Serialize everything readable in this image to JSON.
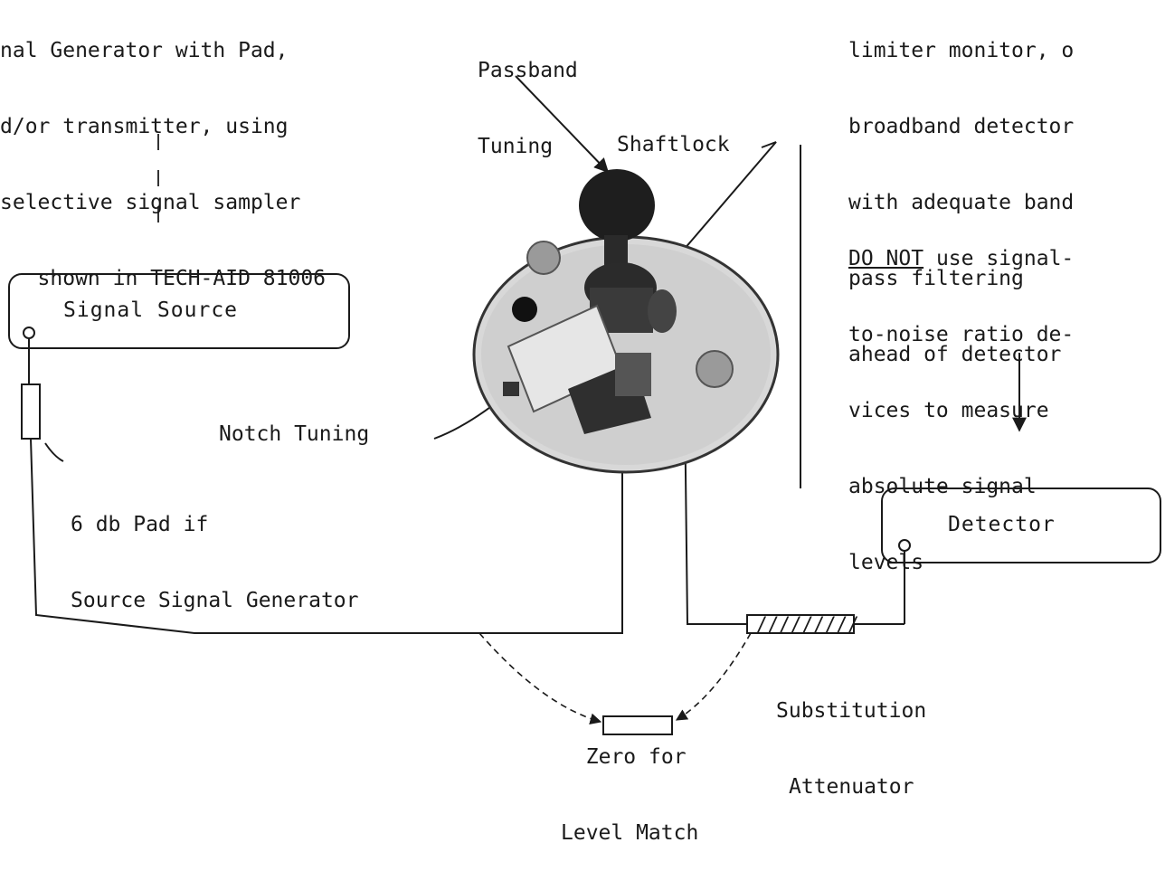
{
  "top_left_note": [
    "nal Generator with Pad,",
    "d/or transmitter, using",
    "selective signal sampler",
    "   shown in TECH-AID 81006"
  ],
  "top_right_note": [
    "limiter monitor, o",
    "broadband detector",
    "with adequate band",
    "pass filtering",
    "ahead of detector"
  ],
  "warning": {
    "emphasis": "DO NOT",
    "rest_line1": " use signal-",
    "lines": [
      "to-noise ratio de-",
      "vices to measure",
      "absolute signal",
      "levels"
    ]
  },
  "labels": {
    "passband": [
      "Passband",
      "Tuning"
    ],
    "shaftlock": "Shaftlock",
    "notch": "Notch Tuning",
    "pad": [
      "6 db Pad if",
      "Source Signal Generator"
    ],
    "zero": [
      "Zero for",
      "Level Match"
    ],
    "attenuator": [
      "Substitution",
      "Attenuator"
    ]
  },
  "boxes": {
    "signal_source": "Signal Source",
    "detector": "Detector"
  },
  "attenuator_hatch": "/////////"
}
